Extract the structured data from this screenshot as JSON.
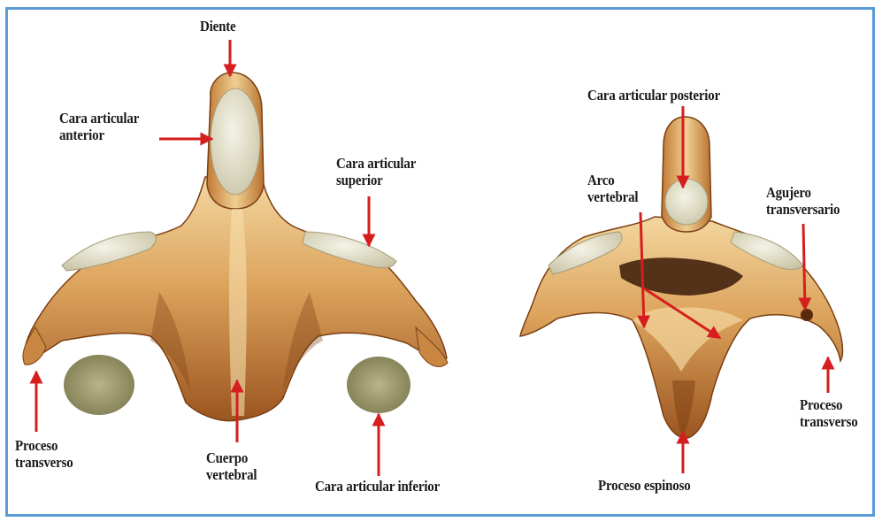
{
  "colors": {
    "frame": "#5b9bd5",
    "bone_light": "#f1d39a",
    "bone_mid": "#d9a05a",
    "bone_dark": "#8a4a1a",
    "cartilage": "#e9e6d3",
    "arrow": "#d61e1e"
  },
  "left_view": {
    "labels": {
      "diente": "Diente",
      "cara_art_anterior_1": "Cara articular",
      "cara_art_anterior_2": "anterior",
      "cara_art_superior_1": "Cara articular",
      "cara_art_superior_2": "superior",
      "proceso_transverso_1": "Proceso",
      "proceso_transverso_2": "transverso",
      "cuerpo_vertebral_1": "Cuerpo",
      "cuerpo_vertebral_2": "vertebral",
      "cara_art_inferior": "Cara articular inferior"
    }
  },
  "right_view": {
    "labels": {
      "cara_art_posterior": "Cara articular posterior",
      "arco_vertebral_1": "Arco",
      "arco_vertebral_2": "vertebral",
      "agujero_transversario_1": "Agujero",
      "agujero_transversario_2": "transversario",
      "proceso_transverso_1": "Proceso",
      "proceso_transverso_2": "transverso",
      "proceso_espinoso": "Proceso espinoso"
    }
  }
}
